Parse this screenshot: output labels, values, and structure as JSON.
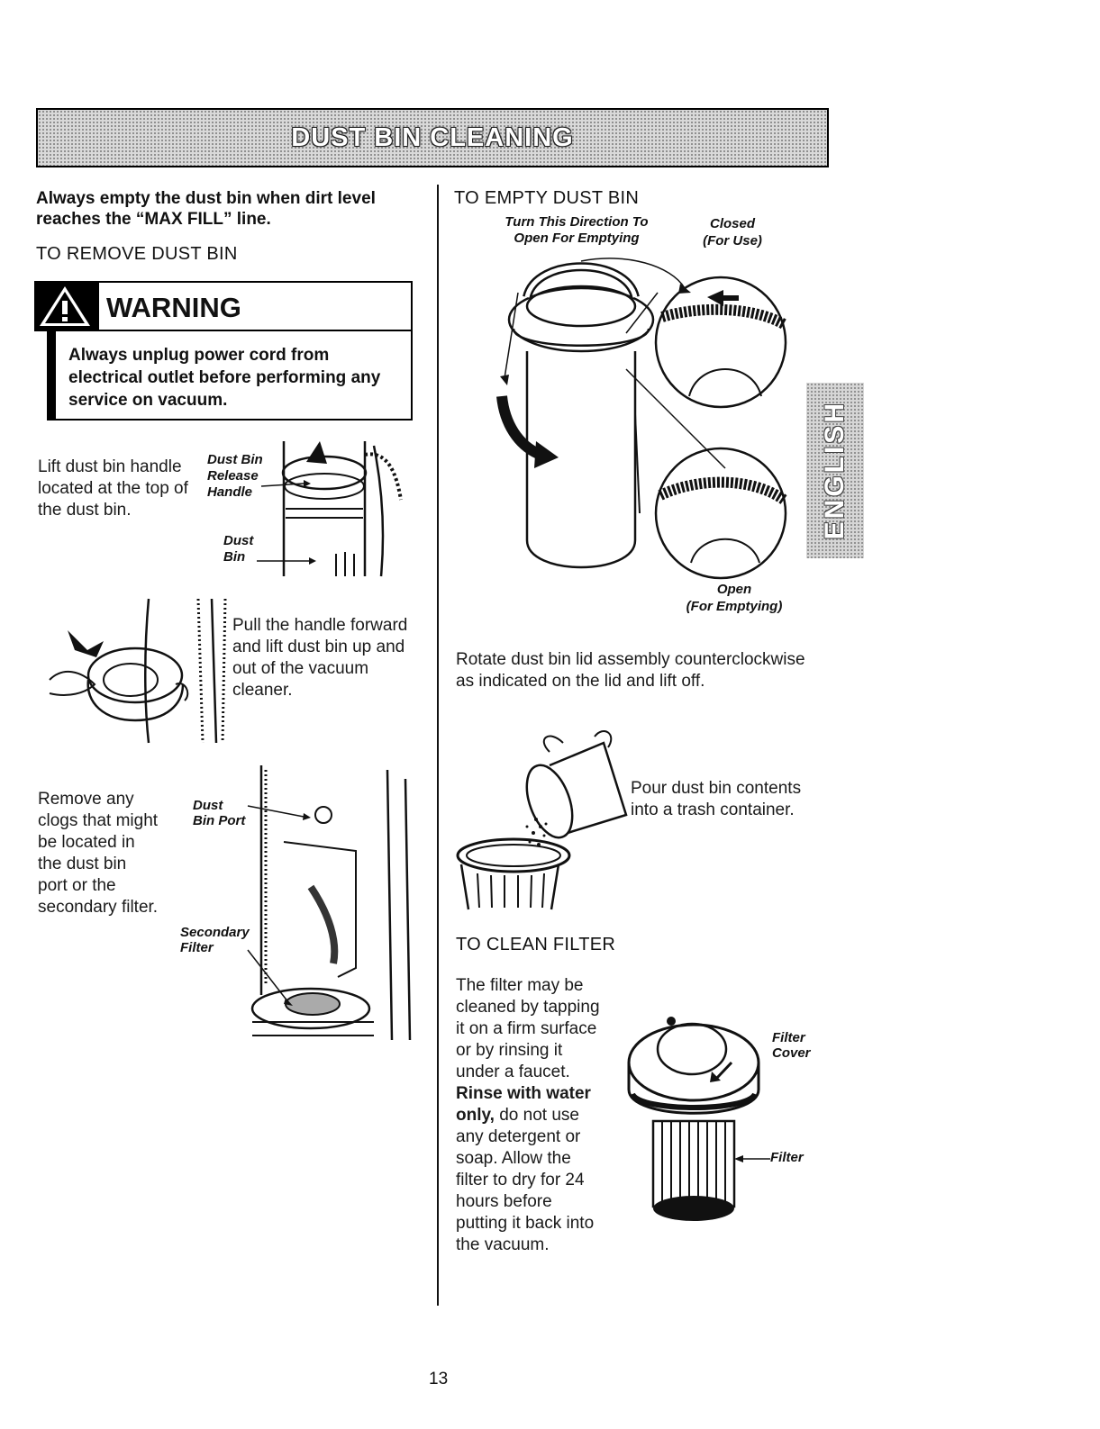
{
  "title": "DUST BIN CLEANING",
  "left": {
    "intro": "Always empty the dust bin when dirt level reaches the “MAX FILL” line.",
    "remove_heading": "TO REMOVE DUST BIN",
    "warning": {
      "label": "WARNING",
      "icon": "warning-triangle-icon",
      "text": "Always unplug power cord from electrical outlet before performing any service on vacuum."
    },
    "step1": {
      "text": "Lift dust bin handle located at the top of the dust bin.",
      "label_release_handle": "Dust Bin Release Handle",
      "label_dust_bin": "Dust Bin"
    },
    "step2": {
      "text": "Pull the handle forward and lift dust bin up and out of the vacuum cleaner."
    },
    "step3": {
      "text": "Remove any clogs that might be located in the dust bin port or the secondary filter.",
      "label_port": "Dust Bin Port",
      "label_secondary": "Secondary Filter"
    }
  },
  "right": {
    "empty_heading": "TO EMPTY DUST BIN",
    "label_turn": "Turn This Direction To Open For Emptying",
    "label_closed": "Closed",
    "label_for_use": "(For Use)",
    "label_open": "Open",
    "label_for_emptying": "(For Emptying)",
    "rotate_text": "Rotate dust bin lid assembly counterclockwise as indicated on the lid and lift off.",
    "pour_text": "Pour dust bin contents into a trash container.",
    "filter_heading": "TO CLEAN FILTER",
    "filter_text_a": "The filter may be cleaned by tapping it on a firm surface or by rinsing it under a faucet.",
    "filter_text_bold": "Rinse with water only,",
    "filter_text_b": "do not use any detergent or soap. Allow the filter to dry for 24 hours before putting it back into the vacuum.",
    "label_filter_cover": "Filter Cover",
    "label_filter": "Filter"
  },
  "side_tab": "ENGLISH",
  "page_number": "13"
}
